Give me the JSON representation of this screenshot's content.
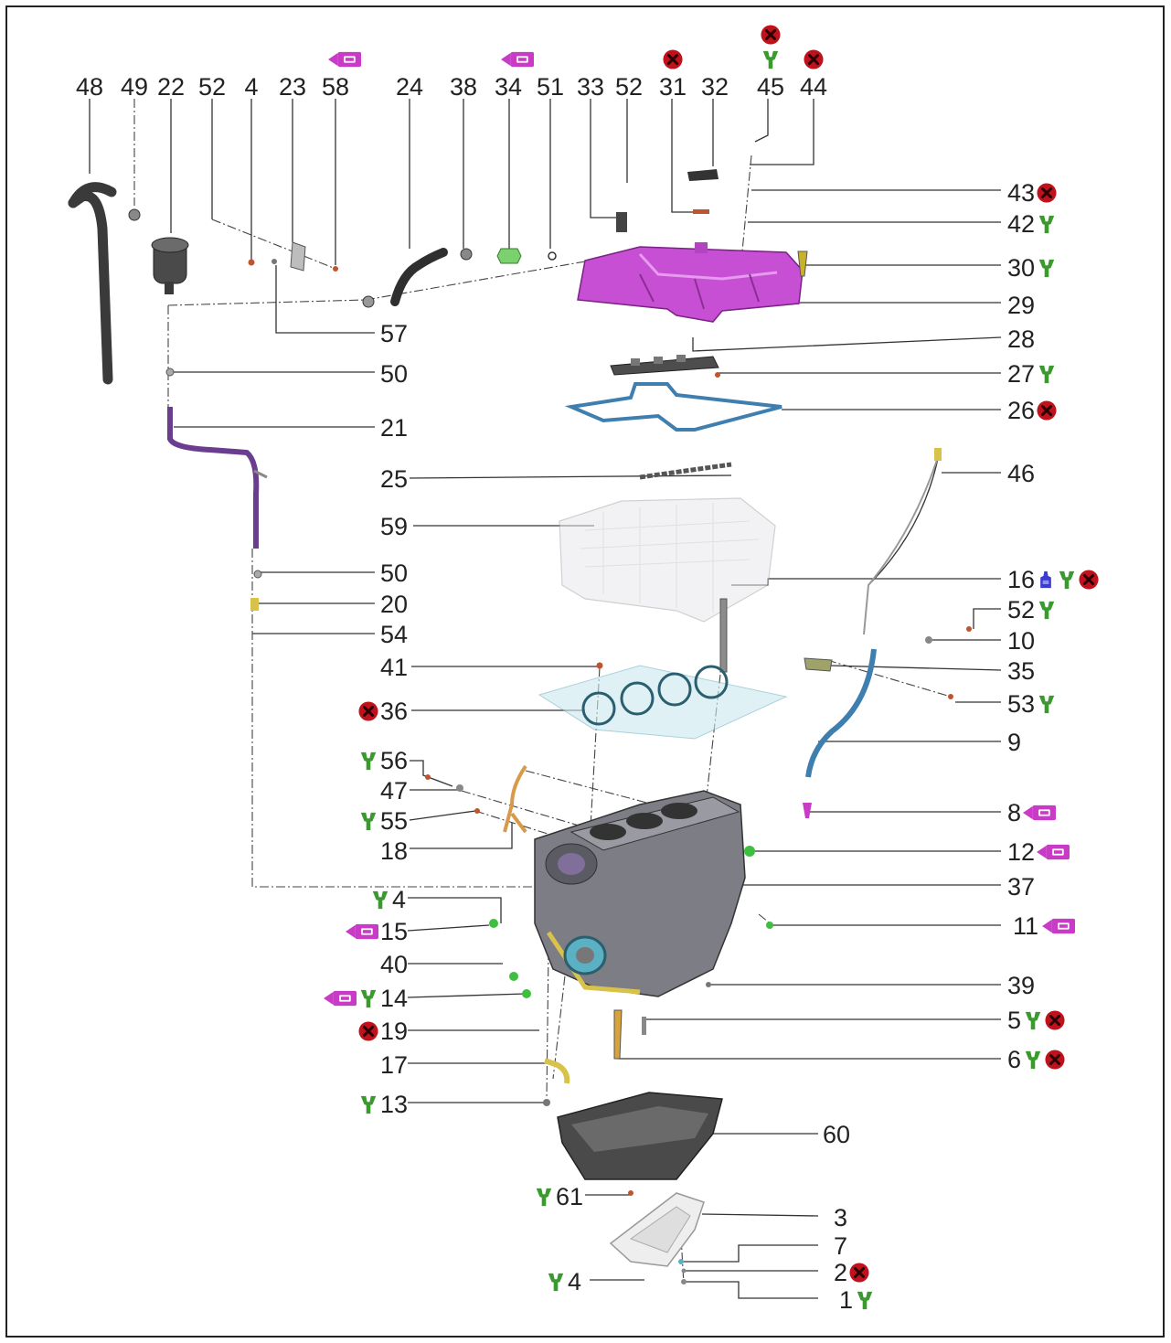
{
  "colors": {
    "label": "#222222",
    "leader": "#333333",
    "torque_icon": "#3a9a2e",
    "replace_icon": "#c0121c",
    "sealant_icon": "#c93ac7",
    "adhesive_icon": "#3c3ccf",
    "cover_part": "#c64fd3",
    "gasket_part": "#3f7fb0",
    "block_part": "#7d7d86"
  },
  "icons": {
    "torque": "wrench-torque-icon",
    "replace": "replace-x-icon",
    "sealant": "sealant-tube-icon",
    "adhesive": "adhesive-bottle-icon"
  },
  "callouts": [
    {
      "id": "top-48",
      "text": "48",
      "icons": []
    },
    {
      "id": "top-49",
      "text": "49",
      "icons": []
    },
    {
      "id": "top-22",
      "text": "22",
      "icons": []
    },
    {
      "id": "top-52a",
      "text": "52",
      "icons": []
    },
    {
      "id": "top-4a",
      "text": "4",
      "icons": []
    },
    {
      "id": "top-23",
      "text": "23",
      "icons": []
    },
    {
      "id": "top-58",
      "text": "58",
      "icons": [
        "sealant"
      ]
    },
    {
      "id": "top-24",
      "text": "24",
      "icons": []
    },
    {
      "id": "top-38",
      "text": "38",
      "icons": []
    },
    {
      "id": "top-34",
      "text": "34",
      "icons": [
        "sealant"
      ]
    },
    {
      "id": "top-51",
      "text": "51",
      "icons": []
    },
    {
      "id": "top-33",
      "text": "33",
      "icons": []
    },
    {
      "id": "top-52b",
      "text": "52",
      "icons": []
    },
    {
      "id": "top-31",
      "text": "31",
      "icons": [
        "replace"
      ]
    },
    {
      "id": "top-32",
      "text": "32",
      "icons": []
    },
    {
      "id": "top-45",
      "text": "45",
      "icons": [
        "replace",
        "torque"
      ]
    },
    {
      "id": "top-44",
      "text": "44",
      "icons": [
        "replace"
      ]
    },
    {
      "id": "r-43",
      "text": "43",
      "icons": [
        "replace"
      ]
    },
    {
      "id": "r-42",
      "text": "42",
      "icons": [
        "torque"
      ]
    },
    {
      "id": "r-30",
      "text": "30",
      "icons": [
        "torque"
      ]
    },
    {
      "id": "r-29",
      "text": "29",
      "icons": []
    },
    {
      "id": "r-28",
      "text": "28",
      "icons": []
    },
    {
      "id": "r-27",
      "text": "27",
      "icons": [
        "torque"
      ]
    },
    {
      "id": "r-26",
      "text": "26",
      "icons": [
        "replace"
      ]
    },
    {
      "id": "r-46",
      "text": "46",
      "icons": []
    },
    {
      "id": "r-16",
      "text": "16",
      "icons": [
        "adhesive",
        "torque",
        "replace"
      ]
    },
    {
      "id": "r-52",
      "text": "52",
      "icons": [
        "torque"
      ]
    },
    {
      "id": "r-10",
      "text": "10",
      "icons": []
    },
    {
      "id": "r-35",
      "text": "35",
      "icons": []
    },
    {
      "id": "r-53",
      "text": "53",
      "icons": [
        "torque"
      ]
    },
    {
      "id": "r-9",
      "text": "9",
      "icons": []
    },
    {
      "id": "r-8",
      "text": "8",
      "icons": [
        "sealant"
      ]
    },
    {
      "id": "r-12",
      "text": "12",
      "icons": [
        "sealant"
      ]
    },
    {
      "id": "r-37",
      "text": "37",
      "icons": []
    },
    {
      "id": "r-11",
      "text": "11",
      "icons": [
        "sealant"
      ]
    },
    {
      "id": "r-39",
      "text": "39",
      "icons": []
    },
    {
      "id": "r-5",
      "text": "5",
      "icons": [
        "torque",
        "replace"
      ]
    },
    {
      "id": "r-6",
      "text": "6",
      "icons": [
        "torque",
        "replace"
      ]
    },
    {
      "id": "m-57",
      "text": "57",
      "icons": []
    },
    {
      "id": "m-50a",
      "text": "50",
      "icons": []
    },
    {
      "id": "m-21",
      "text": "21",
      "icons": []
    },
    {
      "id": "m-25",
      "text": "25",
      "icons": []
    },
    {
      "id": "m-59",
      "text": "59",
      "icons": []
    },
    {
      "id": "m-50b",
      "text": "50",
      "icons": []
    },
    {
      "id": "m-20",
      "text": "20",
      "icons": []
    },
    {
      "id": "m-54",
      "text": "54",
      "icons": []
    },
    {
      "id": "m-41",
      "text": "41",
      "icons": []
    },
    {
      "id": "m-36",
      "text": "36",
      "icons": [
        "replace"
      ]
    },
    {
      "id": "m-56",
      "text": "56",
      "icons": [
        "torque"
      ]
    },
    {
      "id": "m-47",
      "text": "47",
      "icons": []
    },
    {
      "id": "m-55",
      "text": "55",
      "icons": [
        "torque"
      ]
    },
    {
      "id": "m-18",
      "text": "18",
      "icons": []
    },
    {
      "id": "m-4b",
      "text": "4",
      "icons": [
        "torque"
      ]
    },
    {
      "id": "m-15",
      "text": "15",
      "icons": [
        "sealant"
      ]
    },
    {
      "id": "m-40",
      "text": "40",
      "icons": []
    },
    {
      "id": "m-14",
      "text": "14",
      "icons": [
        "sealant",
        "torque"
      ]
    },
    {
      "id": "m-19",
      "text": "19",
      "icons": [
        "replace"
      ]
    },
    {
      "id": "m-17",
      "text": "17",
      "icons": []
    },
    {
      "id": "m-13",
      "text": "13",
      "icons": [
        "torque"
      ]
    },
    {
      "id": "b-60",
      "text": "60",
      "icons": []
    },
    {
      "id": "b-61",
      "text": "61",
      "icons": [
        "torque"
      ]
    },
    {
      "id": "b-3",
      "text": "3",
      "icons": []
    },
    {
      "id": "b-7",
      "text": "7",
      "icons": []
    },
    {
      "id": "b-2",
      "text": "2",
      "icons": [
        "replace"
      ]
    },
    {
      "id": "b-4c",
      "text": "4",
      "icons": [
        "torque"
      ]
    },
    {
      "id": "b-1",
      "text": "1",
      "icons": [
        "torque"
      ]
    }
  ]
}
